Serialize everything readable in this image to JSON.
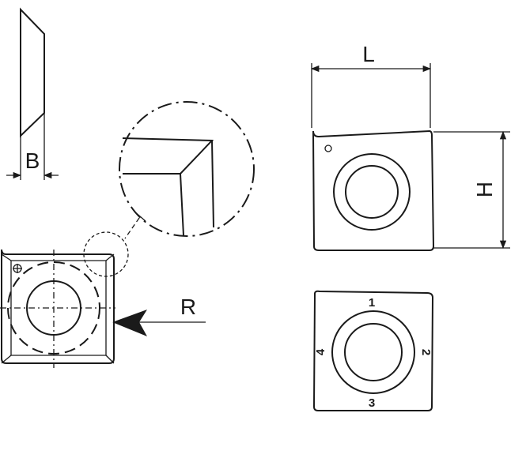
{
  "labels": {
    "B": "B",
    "L": "L",
    "H": "H",
    "R": "R"
  },
  "edge_numbers": [
    "1",
    "2",
    "3",
    "4"
  ],
  "colors": {
    "line": "#1a1a1a",
    "background": "#ffffff"
  }
}
